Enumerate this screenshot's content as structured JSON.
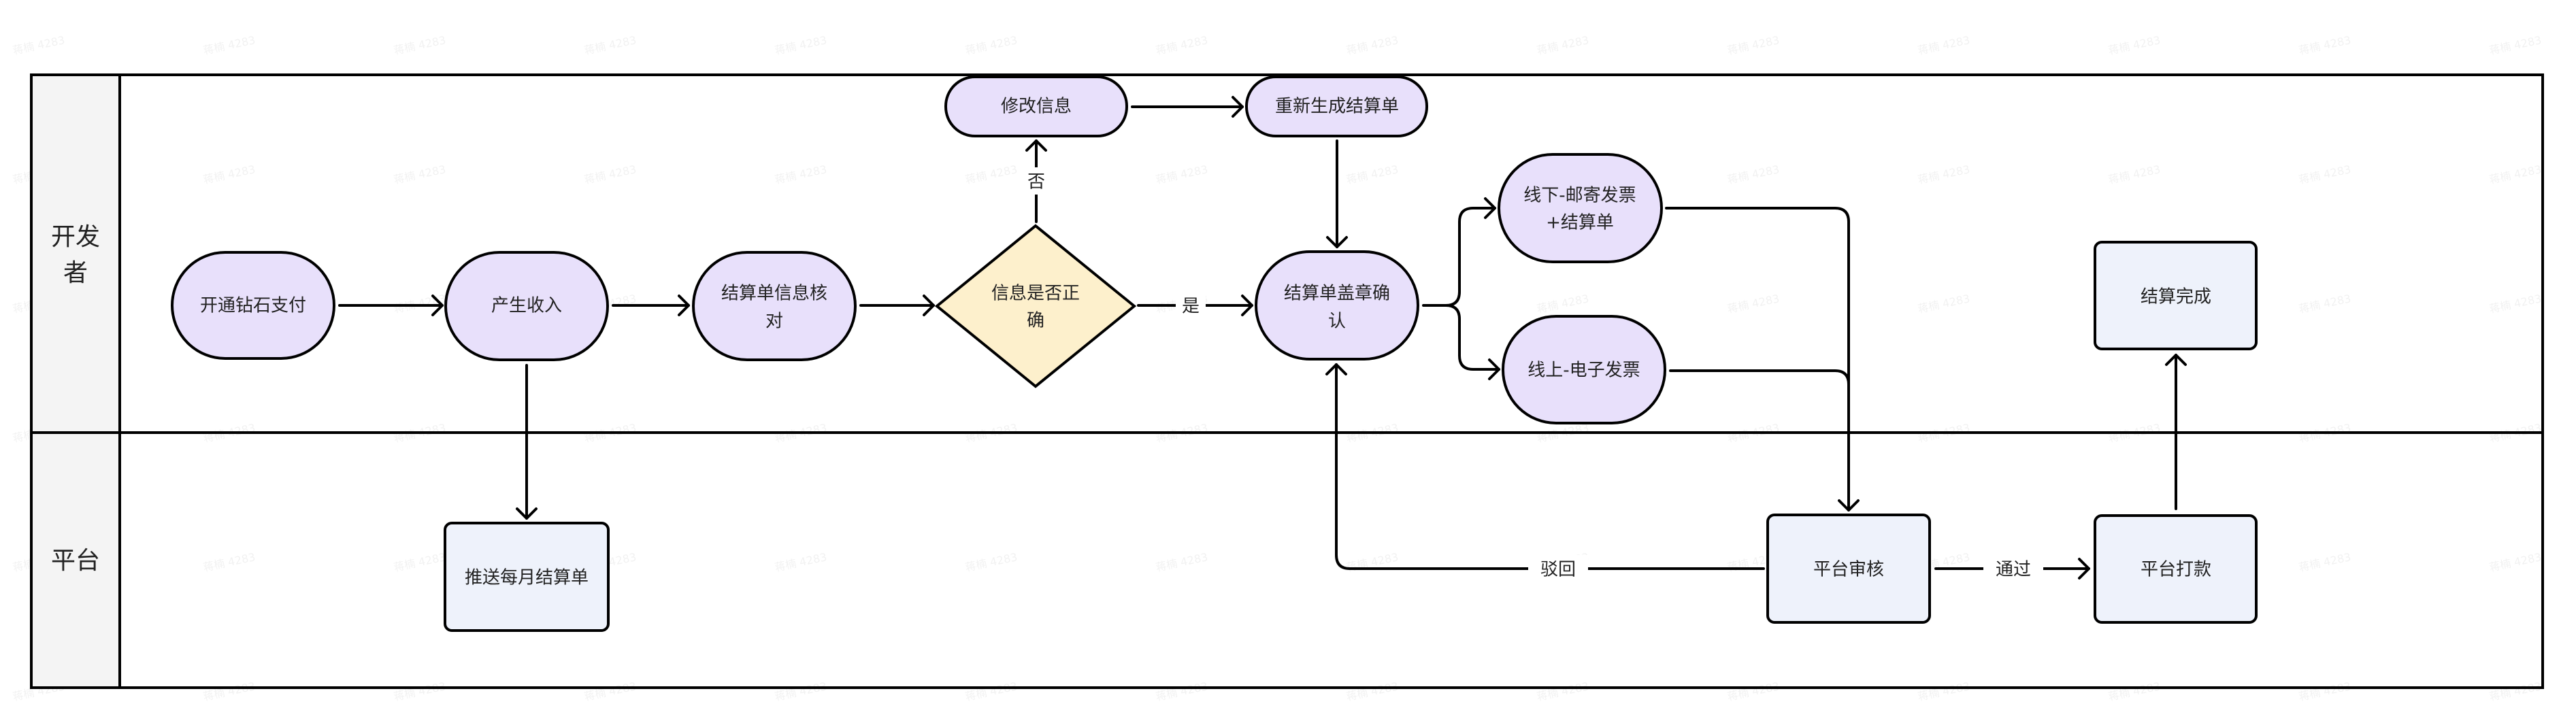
{
  "diagram": {
    "type": "swimlane-flowchart",
    "colors": {
      "terminal_fill": "#e8e0fb",
      "process_fill": "#eef2fb",
      "decision_fill": "#fdf0cc",
      "lane_header_fill": "#f4f4f4",
      "stroke": "#000000"
    },
    "watermark": "蒋楠 4283",
    "lanes": [
      {
        "id": "developer",
        "label_lines": [
          "开发",
          "者"
        ]
      },
      {
        "id": "platform",
        "label_lines": [
          "平台"
        ]
      }
    ],
    "nodes": [
      {
        "id": "n1",
        "lane": "developer",
        "shape": "terminal",
        "lines": [
          "开通钻石支付"
        ]
      },
      {
        "id": "n2",
        "lane": "developer",
        "shape": "terminal",
        "lines": [
          "产生收入"
        ]
      },
      {
        "id": "n3",
        "lane": "developer",
        "shape": "terminal",
        "lines": [
          "结算单信息核",
          "对"
        ]
      },
      {
        "id": "n4",
        "lane": "developer",
        "shape": "decision",
        "lines": [
          "信息是否正",
          "确"
        ]
      },
      {
        "id": "n5",
        "lane": "developer",
        "shape": "terminal",
        "lines": [
          "修改信息"
        ]
      },
      {
        "id": "n6",
        "lane": "developer",
        "shape": "terminal",
        "lines": [
          "重新生成结算单"
        ]
      },
      {
        "id": "n7",
        "lane": "developer",
        "shape": "terminal",
        "lines": [
          "结算单盖章确",
          "认"
        ]
      },
      {
        "id": "n8",
        "lane": "developer",
        "shape": "terminal",
        "lines": [
          "线下-邮寄发票",
          "+结算单"
        ]
      },
      {
        "id": "n9",
        "lane": "developer",
        "shape": "terminal",
        "lines": [
          "线上-电子发票"
        ]
      },
      {
        "id": "n10",
        "lane": "developer",
        "shape": "process",
        "lines": [
          "结算完成"
        ]
      },
      {
        "id": "n11",
        "lane": "platform",
        "shape": "process",
        "lines": [
          "推送每月结算单"
        ]
      },
      {
        "id": "n12",
        "lane": "platform",
        "shape": "process",
        "lines": [
          "平台审核"
        ]
      },
      {
        "id": "n13",
        "lane": "platform",
        "shape": "process",
        "lines": [
          "平台打款"
        ]
      }
    ],
    "edges": [
      {
        "from": "n1",
        "to": "n2",
        "label": ""
      },
      {
        "from": "n2",
        "to": "n3",
        "label": ""
      },
      {
        "from": "n2",
        "to": "n11",
        "label": ""
      },
      {
        "from": "n3",
        "to": "n4",
        "label": ""
      },
      {
        "from": "n4",
        "to": "n5",
        "label": "否"
      },
      {
        "from": "n4",
        "to": "n7",
        "label": "是"
      },
      {
        "from": "n5",
        "to": "n6",
        "label": ""
      },
      {
        "from": "n6",
        "to": "n7",
        "label": ""
      },
      {
        "from": "n7",
        "to": "n8",
        "label": ""
      },
      {
        "from": "n7",
        "to": "n9",
        "label": ""
      },
      {
        "from": "n8",
        "to": "n12",
        "label": ""
      },
      {
        "from": "n9",
        "to": "n12",
        "label": ""
      },
      {
        "from": "n12",
        "to": "n7",
        "label": "驳回"
      },
      {
        "from": "n12",
        "to": "n13",
        "label": "通过"
      },
      {
        "from": "n13",
        "to": "n10",
        "label": ""
      }
    ]
  }
}
